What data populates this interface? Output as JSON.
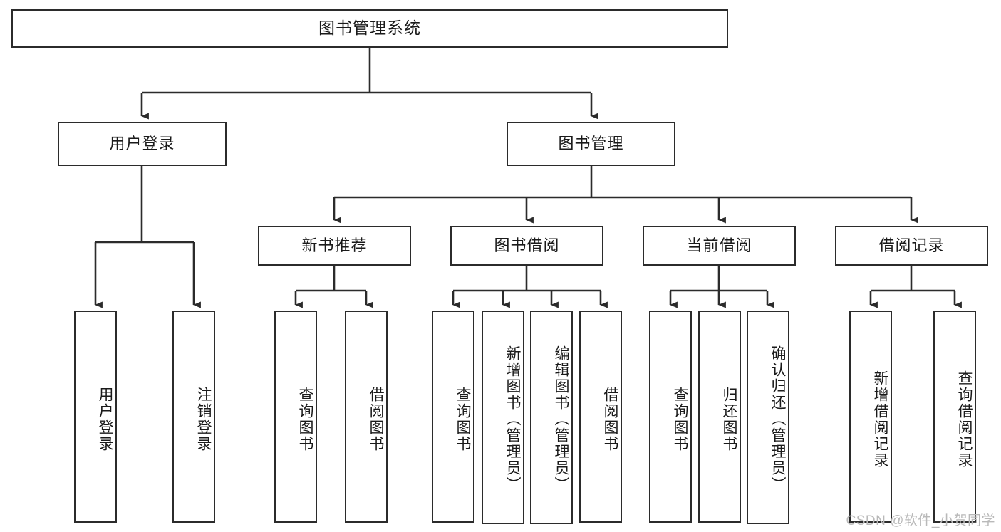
{
  "diagram": {
    "title": "图书管理系统",
    "type": "tree-hierarchy",
    "watermark": "CSDN @软件_小贺同学",
    "colors": {
      "stroke": "#2b2b2b",
      "fill": "#ffffff",
      "text": "#1a1a1a",
      "watermark": "#b9b9b9"
    },
    "levels": {
      "root": {
        "label": "图书管理系统"
      },
      "level2": [
        {
          "id": "user-login",
          "label": "用户登录"
        },
        {
          "id": "book-manage",
          "label": "图书管理"
        }
      ],
      "level3": [
        {
          "id": "new-book-rec",
          "label": "新书推荐"
        },
        {
          "id": "book-borrow",
          "label": "图书借阅"
        },
        {
          "id": "current-borrow",
          "label": "当前借阅"
        },
        {
          "id": "borrow-record",
          "label": "借阅记录"
        }
      ],
      "leaves": {
        "user_login": [
          {
            "id": "leaf-user-login",
            "label": "用户登录"
          },
          {
            "id": "leaf-user-logout",
            "label": "注销登录"
          }
        ],
        "new_book_rec": [
          {
            "id": "leaf-query-book-1",
            "label": "查询图书"
          },
          {
            "id": "leaf-borrow-book-1",
            "label": "借阅图书"
          }
        ],
        "book_borrow": [
          {
            "id": "leaf-query-book-2",
            "label": "查询图书"
          },
          {
            "id": "leaf-add-book",
            "label": "新增图书（管理员）"
          },
          {
            "id": "leaf-edit-book",
            "label": "编辑图书（管理员）"
          },
          {
            "id": "leaf-borrow-book-2",
            "label": "借阅图书"
          }
        ],
        "current_borrow": [
          {
            "id": "leaf-query-book-3",
            "label": "查询图书"
          },
          {
            "id": "leaf-return-book",
            "label": "归还图书"
          },
          {
            "id": "leaf-confirm-return",
            "label": "确认归还（管理员）"
          }
        ],
        "borrow_record": [
          {
            "id": "leaf-add-record",
            "label": "新增借阅记录"
          },
          {
            "id": "leaf-query-record",
            "label": "查询借阅记录"
          }
        ]
      }
    }
  }
}
